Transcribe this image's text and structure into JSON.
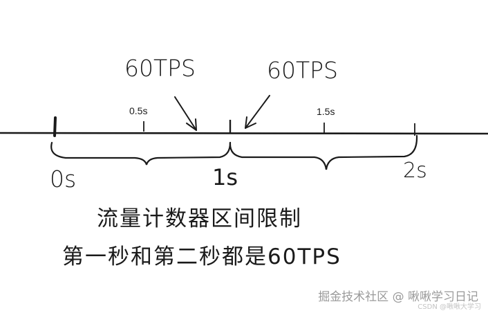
{
  "top_labels": {
    "left": "60TPS",
    "right": "60TPS"
  },
  "tick_labels": {
    "half": "0.5s",
    "one_half": "1.5s"
  },
  "axis_labels": {
    "zero": "0s",
    "one": "1s",
    "two": "2s"
  },
  "caption": {
    "line1": "流量计数器区间限制",
    "line2": "第一秒和第二秒都是60TPS"
  },
  "watermark": {
    "main": "掘金技术社区 @ 啾啾学习日记",
    "sub": "CSDN @啾啾大学习"
  },
  "colors": {
    "ink": "#1a1a1a",
    "watermark": "#9a9a9a"
  }
}
